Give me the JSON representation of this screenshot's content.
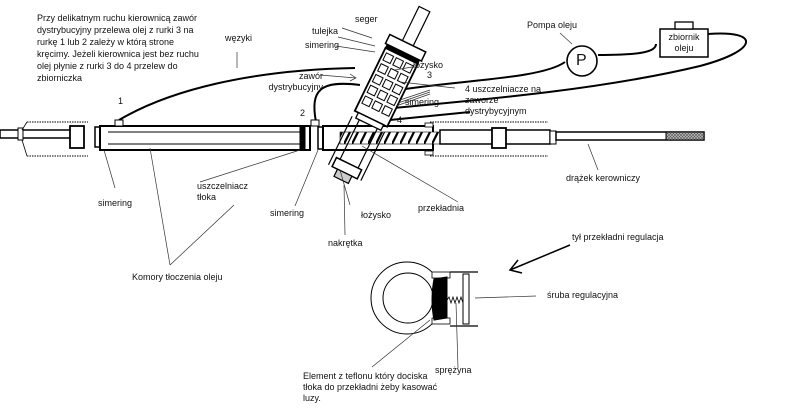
{
  "description": {
    "text": "Przy delikatnym ruchu kierownicą zawór dystrybucyjny przelewa olej z rurki 3 na rurkę 1 lub 2 zależy w którą strone kręcimy. Jeżeli kierownica jest bez ruchu olej płynie z rurki 3 do 4 przelew do zbiorniczka"
  },
  "labels": {
    "wezyki": "węzyki",
    "seger": "seger",
    "tulejka": "tulejka",
    "simering_top": "simering",
    "lozysko_top": "łożysko",
    "zawor": "zawór dystrybucyjny",
    "num_1": "1",
    "num_2": "2",
    "num_3": "3",
    "num_4": "4",
    "simering_mid": "simering",
    "uszczelniacze": "4 uszczelniacze na zaworze dystrybycyjnym",
    "pompa": "Pompa oleju",
    "pompa_symbol": "P",
    "zbiornik": "zbiornik oleju",
    "simering_left": "simering",
    "uszczelniacz_tloka": "uszczelniacz tłoka",
    "simering_center": "simering",
    "lozysko_bottom": "łożysko",
    "przekladnia": "przekładnia",
    "nakretka": "nakrętka",
    "drazek": "drążek kerowniczy",
    "komory": "Komory tłoczenia oleju",
    "tyl_przekladni": "tył przekładni regulacja",
    "sruba": "śruba regulacyjna",
    "sprezyna": "sprężyna",
    "element_teflon": "Element z teflonu który dociska tłoka do przekładni żeby kasować luzy."
  }
}
